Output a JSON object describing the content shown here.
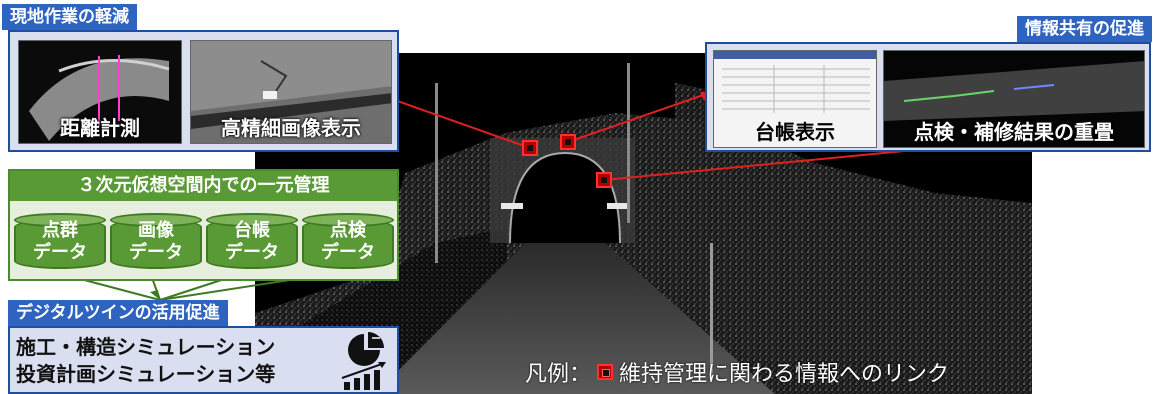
{
  "left_panel": {
    "title": "現地作業の軽減",
    "thumbnails": [
      {
        "label": "距離計測"
      },
      {
        "label": "高精細画像表示"
      }
    ]
  },
  "right_panel": {
    "title": "情報共有の促進",
    "thumbnails": [
      {
        "label": "台帳表示"
      },
      {
        "label": "点検・補修結果の重畳"
      }
    ]
  },
  "management": {
    "title": "３次元仮想空間内での一元管理",
    "databases": [
      {
        "line1": "点群",
        "line2": "データ"
      },
      {
        "line1": "画像",
        "line2": "データ"
      },
      {
        "line1": "台帳",
        "line2": "データ"
      },
      {
        "line1": "点検",
        "line2": "データ"
      }
    ]
  },
  "digital_twin": {
    "title": "デジタルツインの活用促進",
    "lines": [
      "施工・構造シミュレーション",
      "投資計画シミュレーション等"
    ],
    "icons": [
      "pie-chart-icon",
      "rising-bar-chart-icon"
    ]
  },
  "legend": {
    "prefix": "凡例：",
    "text": "維持管理に関わる情報へのリンク",
    "icon": "link-marker-icon"
  },
  "colors": {
    "blue_accent": "#2e64c0",
    "blue_border": "#1f4e9e",
    "panel_fill": "#d9dff0",
    "green_accent": "#5a9a36",
    "green_fill": "#e6eedd",
    "link_red": "#e02020"
  }
}
